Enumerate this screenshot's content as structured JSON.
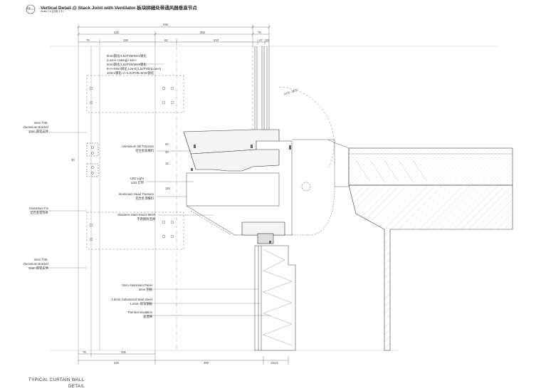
{
  "header": {
    "detail_number": "01",
    "title": "Vertical Detail @ Stack Joint with Ventilator 板块拼缝处带通风器垂直节点",
    "scale": "Scale 1:5 (比例 1:5)"
  },
  "footer": {
    "line1": "TYPICAL CURTAIN WALL",
    "line2": "DETAIL"
  },
  "dimensions": {
    "top_total": "526",
    "top_a": "225",
    "top_b": "350",
    "top_c": "75",
    "top_row2_a": "75",
    "top_row2_b": "150",
    "top_row2_c": "62",
    "top_row2_d": "210",
    "top_row2_e": "47",
    "top_row2_f": "28",
    "bottom_a": "75",
    "bottom_b": "150",
    "bottom_c": "225",
    "bottom_d": "300",
    "bottom_e": "134.5",
    "side_a": "30",
    "side_b": "30",
    "side_c": "118",
    "angle": "22.5°~36.5°",
    "small_a": "40",
    "small_b": "15"
  },
  "glass_note": [
    "8mm钢化/1.52PVB/8mm钢化",
    "(Low-e coating)+16A+",
    "8mm钢化/1.52PVB/8mm钢化",
    "8+A+8mm钢化,Low-E(1.52PVB)(Low-e)",
    "10mm钢化+A+1.52PVB+8mm钢化"
  ],
  "labels": {
    "bracket_top_en1": "3mm THK.",
    "bracket_top_en2": "Aluminium Bracket",
    "bracket_top_cn": "3mm 厚铝支件",
    "sill_en": "Aluminium Sill Transom",
    "sill_cn": "铝合金底横料",
    "led_en": "LED Light",
    "led_cn": "LED 灯带",
    "head_en": "Aluminium Head Transom",
    "head_cn": "铝合金顶横料",
    "fin_en": "Aluminium Fin",
    "fin_cn": "铝合金装饰条",
    "mesh_en": "Stainless Steel Insect Mesh",
    "mesh_cn": "不锈钢防虫网",
    "bracket_bot_en1": "3mm THK.",
    "bracket_bot_en2": "Aluminium Bracket",
    "bracket_bot_cn": "3mm 厚铝支件",
    "panel_en": "3mm Aluminium Panel",
    "panel_cn": "3mm 铝板",
    "steel_en": "1.5mm Galvanized steel sheet",
    "steel_cn": "1.5mm 镀锌钢板",
    "insul_en": "Thermal insulation",
    "insul_cn": "保温棉"
  }
}
